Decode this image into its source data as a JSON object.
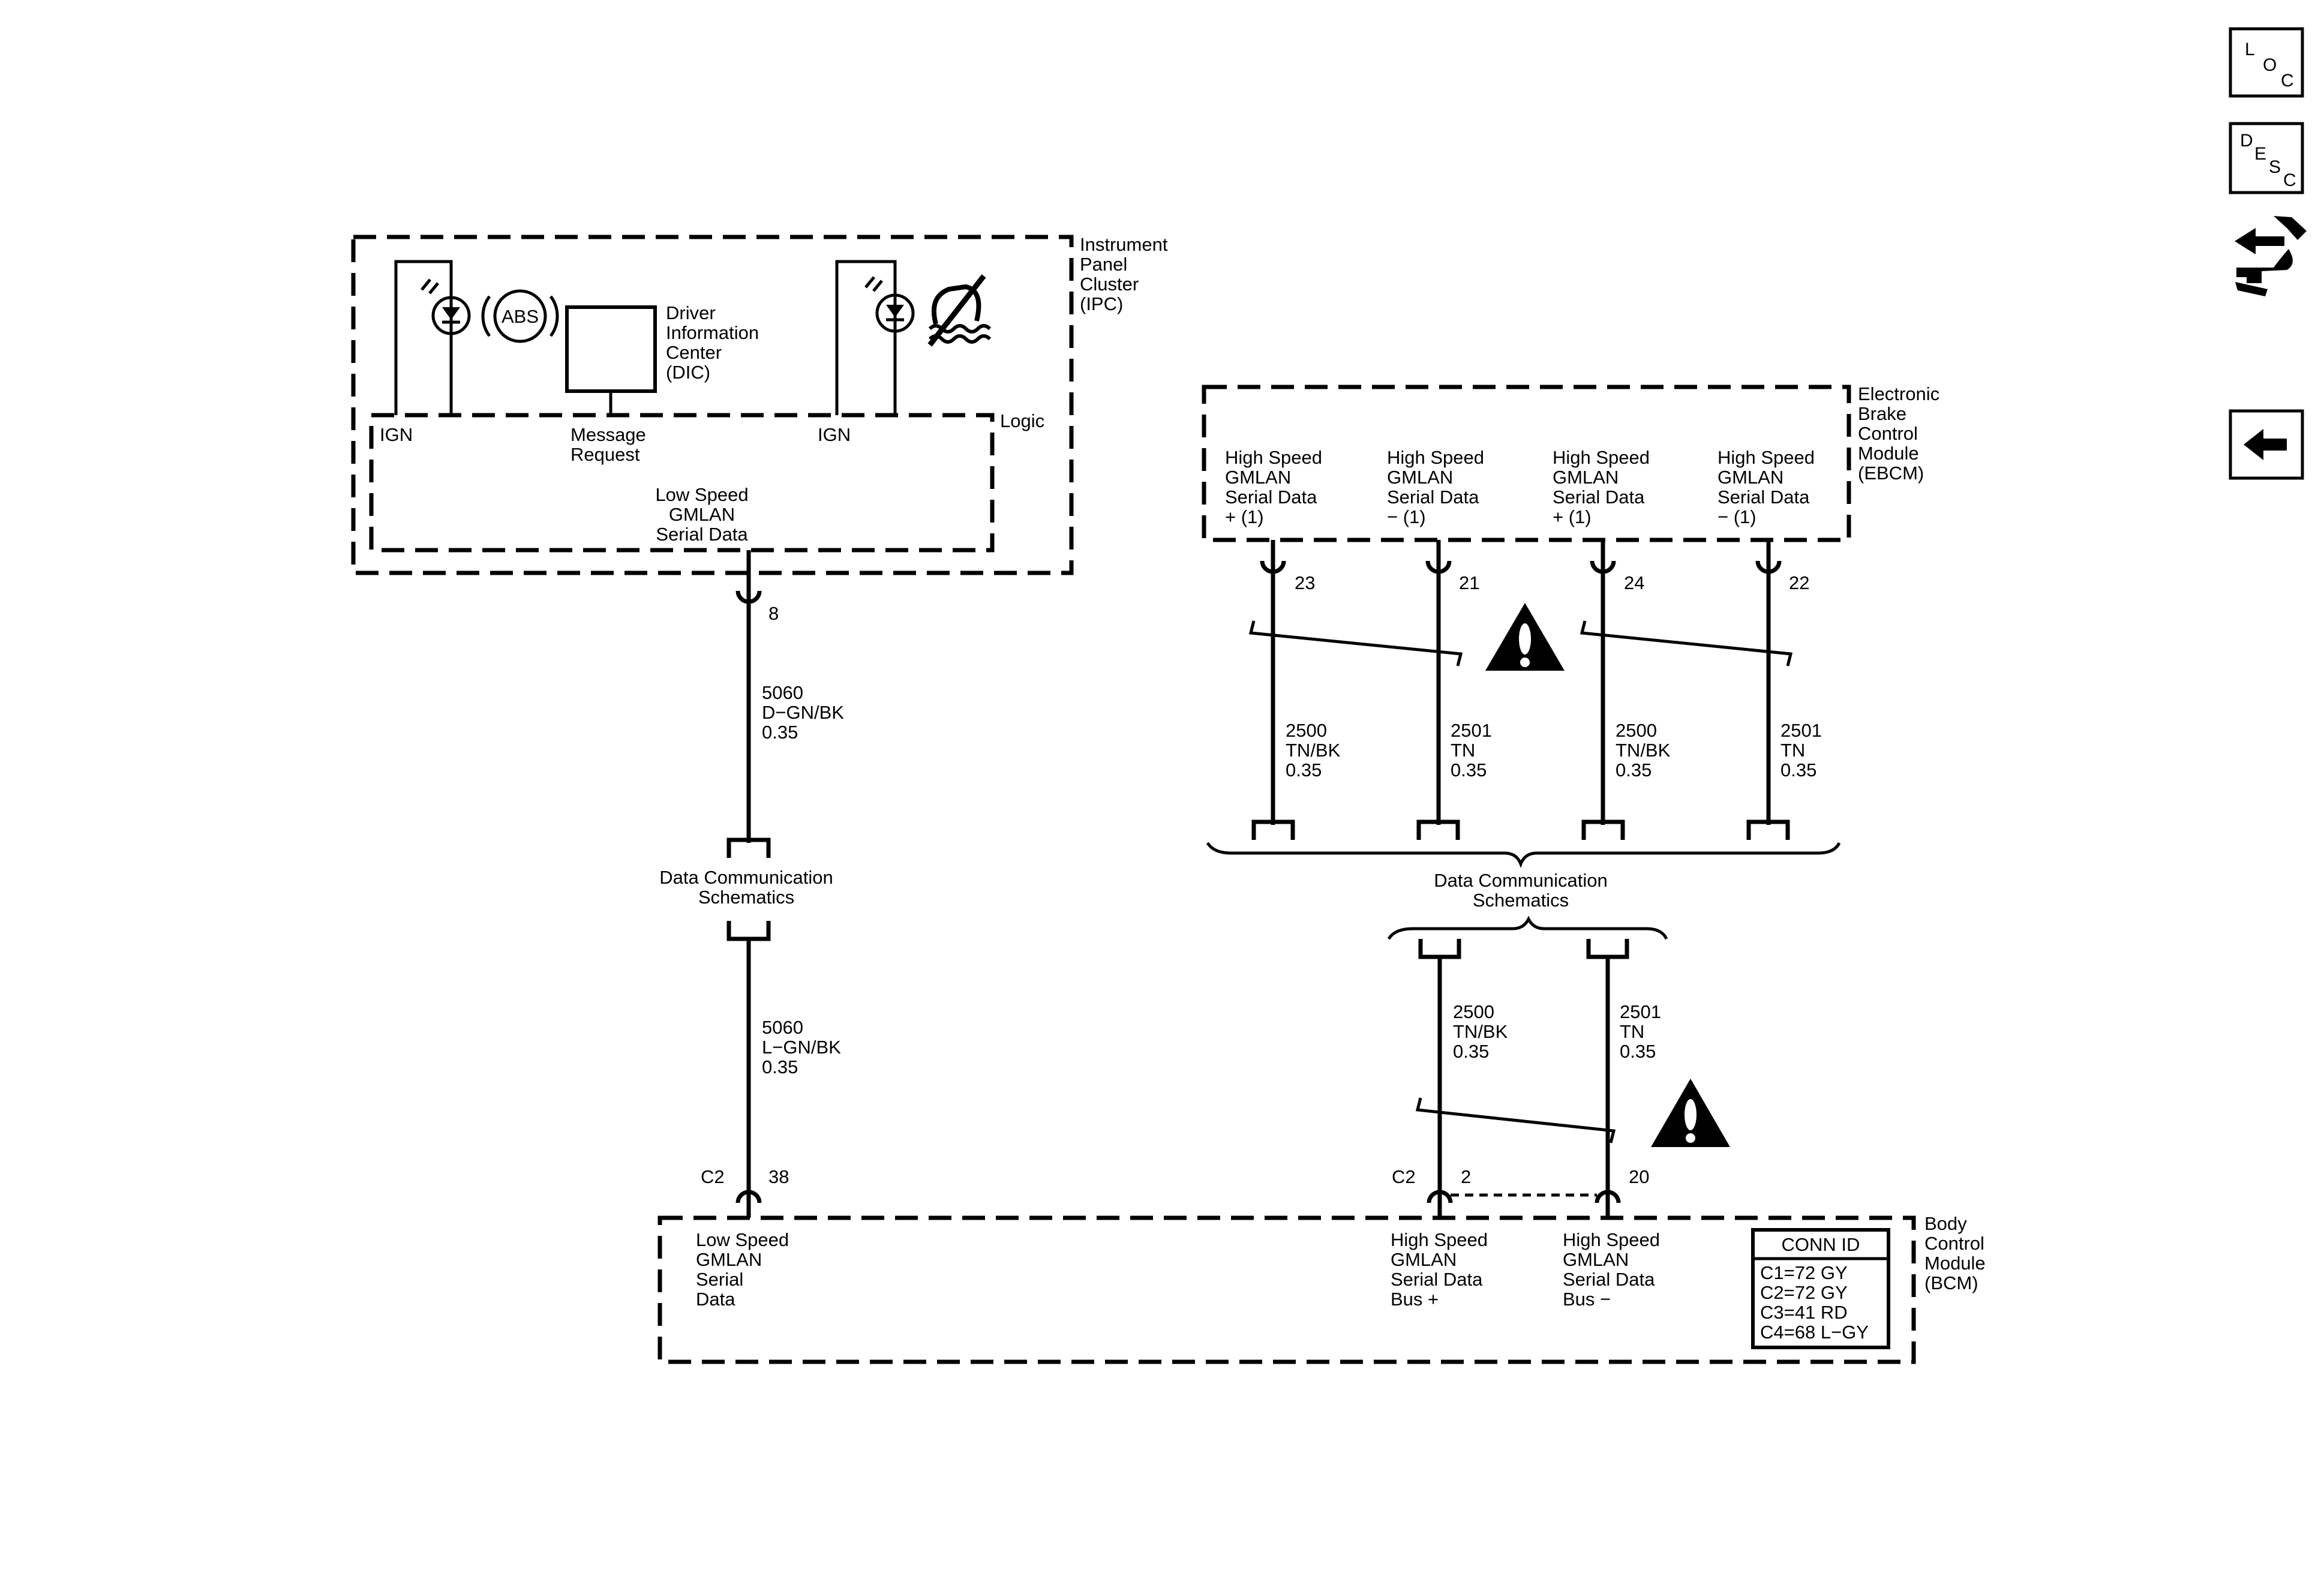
{
  "modules": {
    "ipc": {
      "name": [
        "Instrument",
        "Panel",
        "Cluster",
        "(IPC)"
      ],
      "logic": "Logic",
      "ign1": "IGN",
      "ign2": "IGN",
      "msg": [
        "Message",
        "Request"
      ],
      "dic": [
        "Driver",
        "Information",
        "Center",
        "(DIC)"
      ],
      "abs": "ABS",
      "lsdata": [
        "Low Speed",
        "GMLAN",
        "Serial Data"
      ]
    },
    "ebcm": {
      "name": [
        "Electronic",
        "Brake",
        "Control",
        "Module",
        "(EBCM)"
      ],
      "terms": [
        [
          "High Speed",
          "GMLAN",
          "Serial Data",
          "+ (1)"
        ],
        [
          "High Speed",
          "GMLAN",
          "Serial Data",
          "− (1)"
        ],
        [
          "High Speed",
          "GMLAN",
          "Serial Data",
          "+ (1)"
        ],
        [
          "High Speed",
          "GMLAN",
          "Serial Data",
          "− (1)"
        ]
      ]
    },
    "bcm": {
      "name": [
        "Body",
        "Control",
        "Module",
        "(BCM)"
      ],
      "t1": [
        "Low Speed",
        "GMLAN",
        "Serial",
        "Data"
      ],
      "t2": [
        "High Speed",
        "GMLAN",
        "Serial Data",
        "Bus +"
      ],
      "t3": [
        "High Speed",
        "GMLAN",
        "Serial Data",
        "Bus −"
      ]
    }
  },
  "pins": {
    "ipc": "8",
    "ebcm": [
      "23",
      "21",
      "24",
      "22"
    ],
    "bcm_conn": [
      "C2",
      "C2"
    ],
    "bcm": [
      "38",
      "2",
      "20"
    ]
  },
  "wires": {
    "w1": [
      "5060",
      "D−GN/BK",
      "0.35"
    ],
    "w2": [
      "5060",
      "L−GN/BK",
      "0.35"
    ],
    "e": [
      [
        "2500",
        "TN/BK",
        "0.35"
      ],
      [
        "2501",
        "TN",
        "0.35"
      ],
      [
        "2500",
        "TN/BK",
        "0.35"
      ],
      [
        "2501",
        "TN",
        "0.35"
      ]
    ],
    "b": [
      [
        "2500",
        "TN/BK",
        "0.35"
      ],
      [
        "2501",
        "TN",
        "0.35"
      ]
    ]
  },
  "refs": {
    "left": [
      "Data Communication",
      "Schematics"
    ],
    "right": [
      "Data Communication",
      "Schematics"
    ]
  },
  "conn_id": {
    "title": "CONN ID",
    "rows": [
      "C1=72 GY",
      "C2=72 GY",
      "C3=41 RD",
      "C4=68 L−GY"
    ]
  },
  "nav": {
    "loc": [
      "L",
      "O",
      "C"
    ],
    "desc": [
      "D",
      "E",
      "S",
      "C"
    ]
  }
}
